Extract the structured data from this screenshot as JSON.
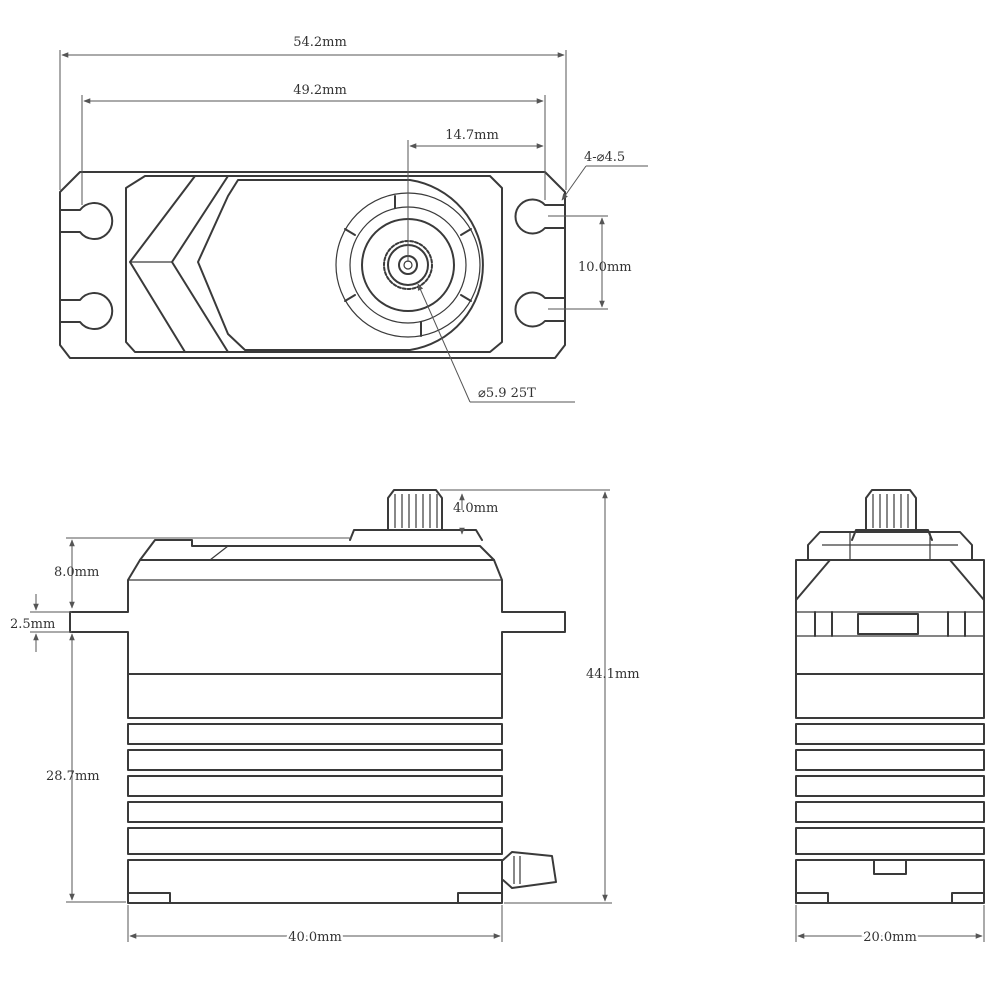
{
  "colors": {
    "line": "#3a3a3a",
    "dimension": "#555555",
    "text": "#333333",
    "background": "#ffffff"
  },
  "top_view": {
    "overall_width": "54.2mm",
    "hole_spacing": "49.2mm",
    "output_offset": "14.7mm",
    "mount_holes": "4-⌀4.5",
    "hole_pitch": "10.0mm",
    "spline": "⌀5.9 25T"
  },
  "front_view": {
    "spline_height": "4.0mm",
    "top_to_tab": "8.0mm",
    "tab_thickness": "2.5mm",
    "body_height": "28.7mm",
    "total_height": "44.1mm",
    "body_width": "40.0mm"
  },
  "side_view": {
    "body_depth": "20.0mm"
  }
}
